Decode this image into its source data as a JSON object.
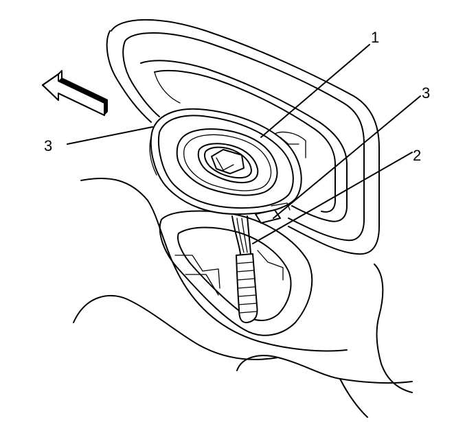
{
  "callouts": [
    {
      "id": "c1",
      "label": "1"
    },
    {
      "id": "c2",
      "label": "3"
    },
    {
      "id": "c3",
      "label": "2"
    },
    {
      "id": "c4",
      "label": "3"
    }
  ],
  "direction_arrow": {
    "icon": "double-arrow-icon",
    "color": "#000000"
  }
}
